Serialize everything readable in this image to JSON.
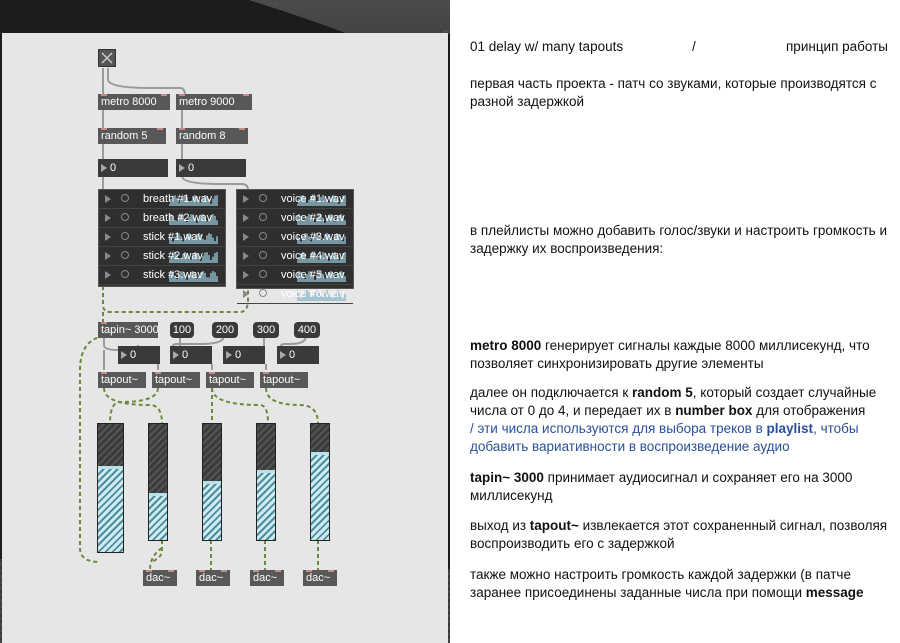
{
  "header": {
    "left": "01 delay w/ many tapouts",
    "sep": "/",
    "right": "принцип работы"
  },
  "patch": {
    "metro1": "metro 8000",
    "metro2": "metro 9000",
    "random1": "random 5",
    "random2": "random 8",
    "num1": "0",
    "num2": "0",
    "playlist1": [
      "breath #1.wav",
      "breath #2.wav",
      "stick #1.wav",
      "stick #2.wav",
      "stick #3.wav"
    ],
    "playlist2": [
      "voice #1.wav",
      "voice #2.wav",
      "voice #3.wav",
      "voice #4.wav",
      "voice #5.wav",
      "voice #6.wav"
    ],
    "tapin": "tapin~ 3000",
    "msgs": [
      "100",
      "200",
      "300",
      "400"
    ],
    "tapnums": [
      "0",
      "0",
      "0",
      "0"
    ],
    "tapouts": [
      "tapout~",
      "tapout~",
      "tapout~",
      "tapout~"
    ],
    "sliders": [
      0.65,
      0.38,
      0.48,
      0.58,
      0.73
    ],
    "dacs": [
      "dac~",
      "dac~",
      "dac~",
      "dac~"
    ]
  },
  "text": {
    "p1": "первая часть проекта - патч со звуками, которые производятся с разной задержкой",
    "p2": "в плейлисты можно добавить голос/звуки и настроить громкость и задержку их воспроизведения:",
    "p3_b": "metro 8000",
    "p3_a": " генерирует сигналы каждые 8000 миллисекунд, что позволяет синхронизировать другие элементы",
    "p4_1": "далее он подключается к ",
    "p4_b1": "random 5",
    "p4_2": ", который создает случайные числа от 0 до 4, и передает их в ",
    "p4_b2": "number box",
    "p4_3": " для отображения",
    "p4_blue1": "/ эти числа используются для выбора треков в ",
    "p4_blueb": "playlist",
    "p4_blue2": ", чтобы добавить вариативности в воспроизведение аудио",
    "p5_b": "tapin~ 3000",
    "p5_a": " принимает аудиосигнал и сохраняет его на 3000 миллисекунд",
    "p6_1": "выход из ",
    "p6_b": "tapout~",
    "p6_2": " извлекается этот сохраненный сигнал, позволяя воспроизводить его с задержкой",
    "p7_1": "также можно настроить громкость каждой задержки (в патче заранее присоединены заданные числа при помощи ",
    "p7_b": "message"
  }
}
